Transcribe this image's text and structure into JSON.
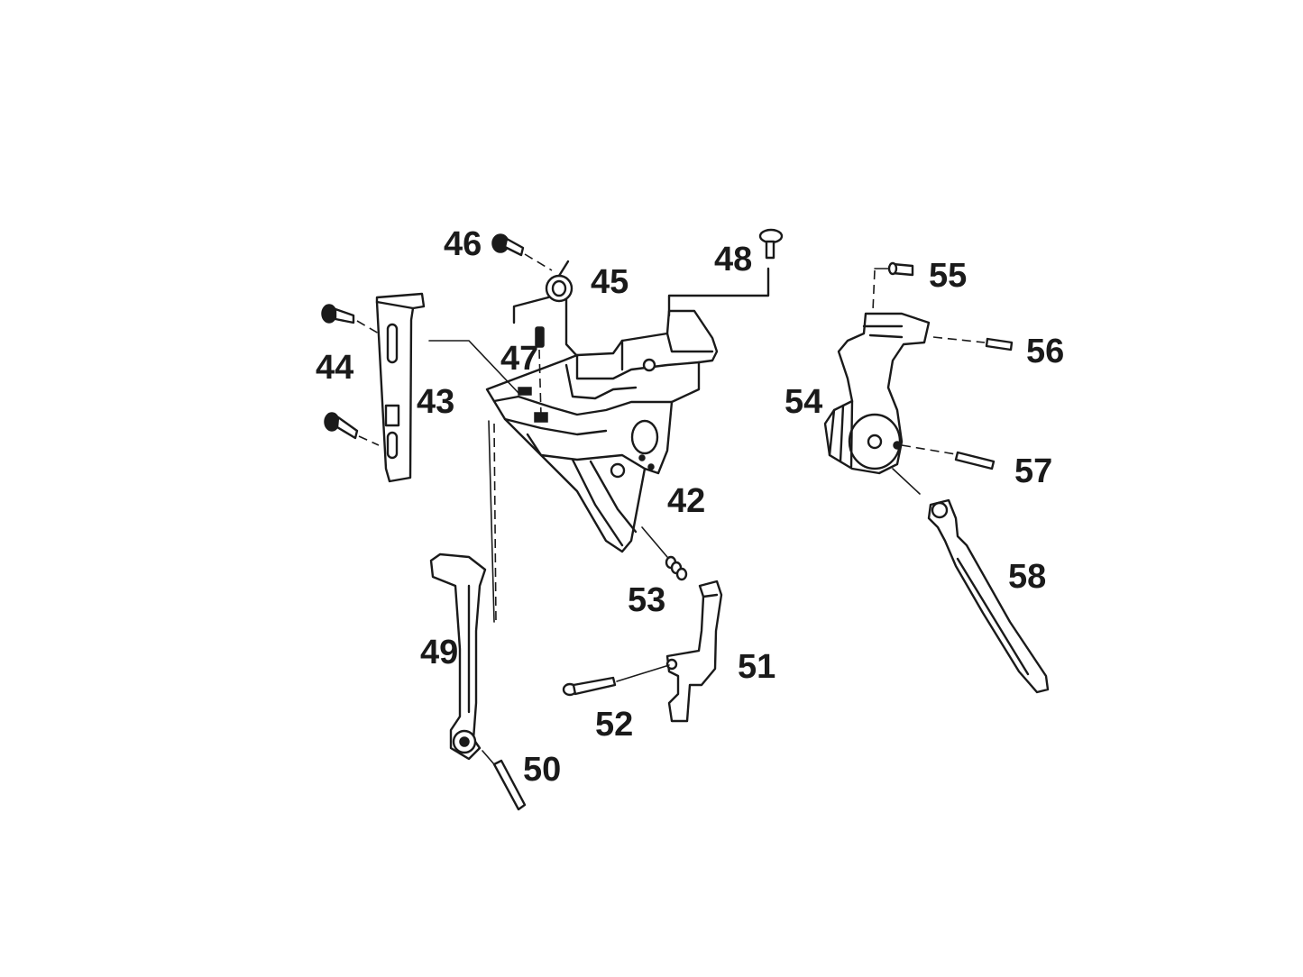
{
  "diagram": {
    "part_numbers": [
      "42",
      "43",
      "44",
      "45",
      "46",
      "47",
      "48",
      "49",
      "50",
      "51",
      "52",
      "53",
      "54",
      "55",
      "56",
      "57",
      "58"
    ]
  }
}
